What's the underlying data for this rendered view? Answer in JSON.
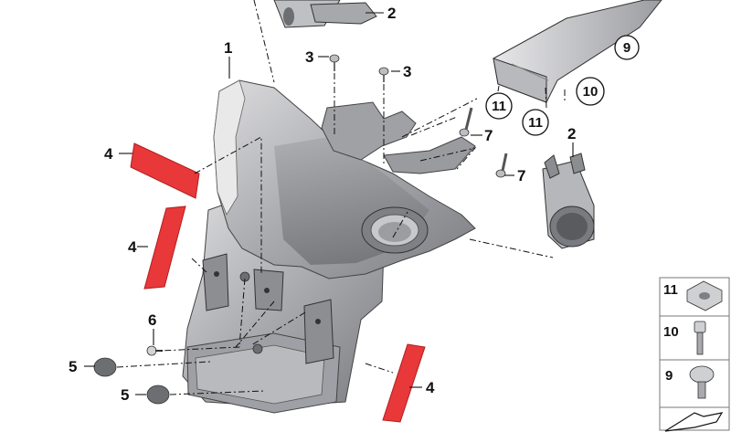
{
  "callouts": {
    "c1": "1",
    "c2_top": "2",
    "c2_right": "2",
    "c3_left": "3",
    "c3_right": "3",
    "c4_upper": "4",
    "c4_middle": "4",
    "c4_lower": "4",
    "c5_upper": "5",
    "c5_lower": "5",
    "c6": "6",
    "c7_upper": "7",
    "c7_lower": "7",
    "c9": "9",
    "c10": "10",
    "c11_left": "11",
    "c11_right": "11"
  },
  "parts_panel": {
    "row1": "11",
    "row2": "10",
    "row3": "9"
  },
  "colors": {
    "reflector": "#e8383a",
    "body_light": "#c9c9cc",
    "body_dark": "#8e8f93",
    "line": "#111111"
  }
}
